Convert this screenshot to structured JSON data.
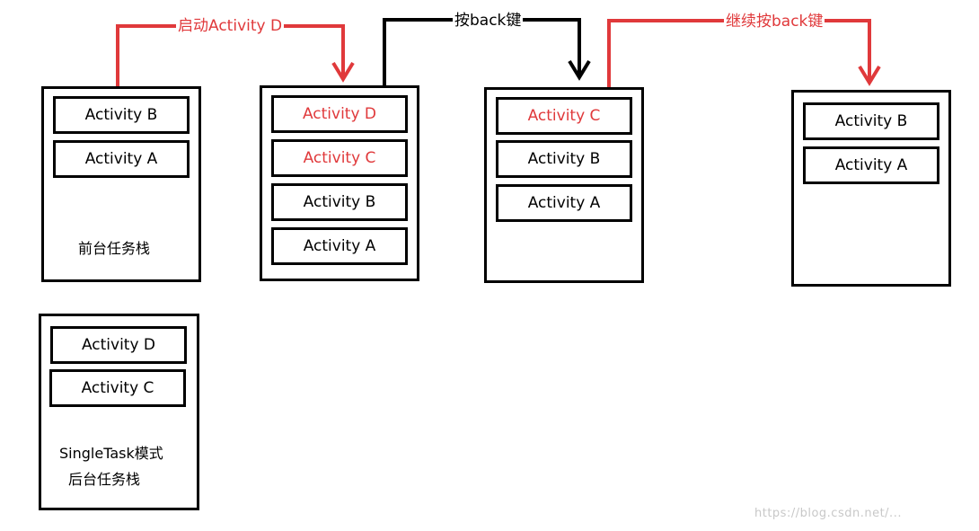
{
  "colors": {
    "highlight": "#e0393b",
    "line": "#000000"
  },
  "stacks": {
    "foreground": {
      "items": [
        "Activity B",
        "Activity A"
      ],
      "caption": "前台任务栈"
    },
    "after_launch": {
      "items": [
        "Activity D",
        "Activity C",
        "Activity B",
        "Activity A"
      ]
    },
    "after_back": {
      "items": [
        "Activity C",
        "Activity B",
        "Activity A"
      ]
    },
    "after_back_again": {
      "items": [
        "Activity B",
        "Activity A"
      ]
    },
    "background": {
      "items": [
        "Activity D",
        "Activity C"
      ],
      "caption_line1": "SingleTask模式",
      "caption_line2": "后台任务栈"
    }
  },
  "arrows": {
    "launch": "启动Activity D",
    "back": "按back键",
    "back_again": "继续按back键"
  },
  "watermark": "https://blog.csdn.net/..."
}
